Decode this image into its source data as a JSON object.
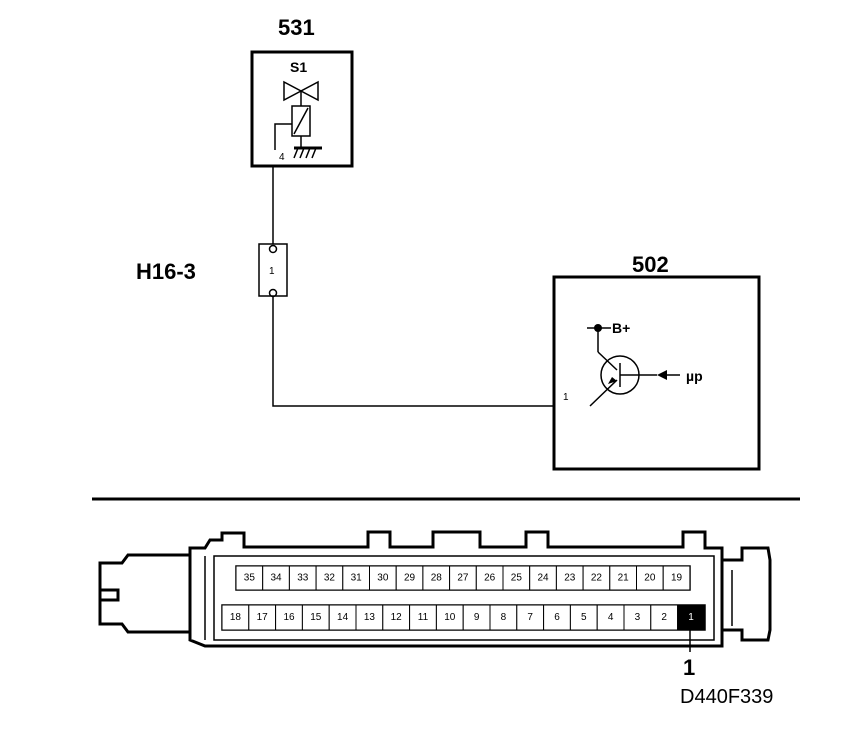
{
  "components": {
    "valve": {
      "ref": "531",
      "label": "S1",
      "pin": "4"
    },
    "connector": {
      "ref": "H16-3",
      "pin": "1"
    },
    "ecu": {
      "ref": "502",
      "pin": "1",
      "supply": "B+",
      "input": "µp"
    }
  },
  "pinout": {
    "top_row": [
      "35",
      "34",
      "33",
      "32",
      "31",
      "30",
      "29",
      "28",
      "27",
      "26",
      "25",
      "24",
      "23",
      "22",
      "21",
      "20",
      "19"
    ],
    "bottom_row": [
      "18",
      "17",
      "16",
      "15",
      "14",
      "13",
      "12",
      "11",
      "10",
      "9",
      "8",
      "7",
      "6",
      "5",
      "4",
      "3",
      "2",
      "1"
    ],
    "highlighted_pin": "1",
    "callout": "1"
  },
  "drawing_code": "D440F339"
}
